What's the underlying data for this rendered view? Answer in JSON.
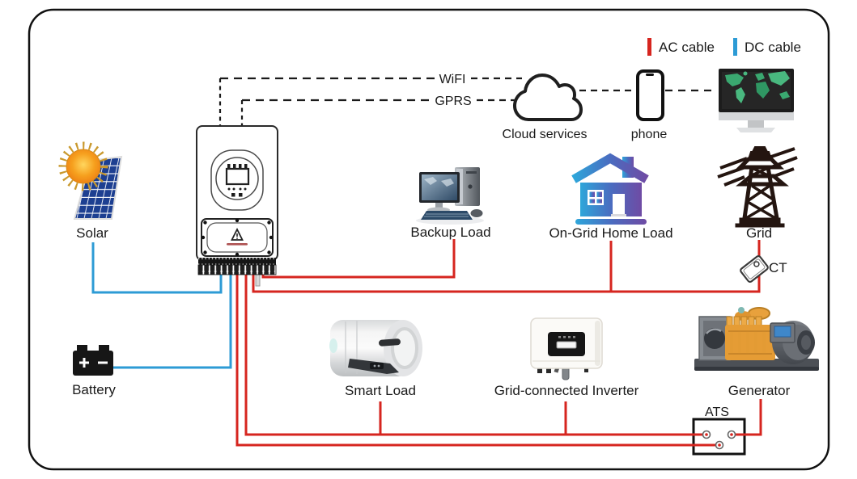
{
  "colors": {
    "ac_cable_red": "#d6251f",
    "dc_cable_blue": "#2d9bd5",
    "dashed_line": "#1a1a1a"
  },
  "legend": {
    "ac_label": "AC cable",
    "dc_label": "DC cable"
  },
  "network": {
    "wifi_label": "WiFI",
    "gprs_label": "GPRS"
  },
  "nodes": {
    "cloud": {
      "label": "Cloud services"
    },
    "phone": {
      "label": "phone"
    },
    "solar": {
      "label": "Solar"
    },
    "battery": {
      "label": "Battery"
    },
    "inverter": {
      "label": ""
    },
    "backup_load": {
      "label": "Backup Load"
    },
    "on_grid_home_load": {
      "label": "On-Grid Home Load"
    },
    "grid": {
      "label": "Grid"
    },
    "ct": {
      "label": "CT"
    },
    "smart_load": {
      "label": "Smart Load"
    },
    "grid_connected_inverter": {
      "label": "Grid-connected Inverter"
    },
    "generator": {
      "label": "Generator"
    },
    "ats": {
      "label": "ATS"
    }
  }
}
